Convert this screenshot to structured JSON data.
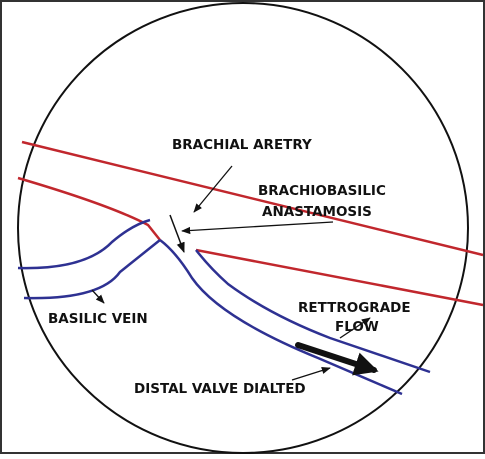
{
  "labels": {
    "brachial_artery": "BRACHIAL ARETRY",
    "anastomosis_line1": "BRACHIOBASILIC",
    "anastomosis_line2": "ANASTAMOSIS",
    "basilic_vein": "BASILIC VEIN",
    "retrograde_line1": "RETTROGRADE",
    "retrograde_line2": "FLOW",
    "distal_valve": "DISTAL VALVE DIALTED"
  },
  "colors": {
    "artery": "#c1272d",
    "vein": "#2e3192",
    "border": "#333333",
    "annotation": "#111111",
    "background": "#ffffff"
  }
}
